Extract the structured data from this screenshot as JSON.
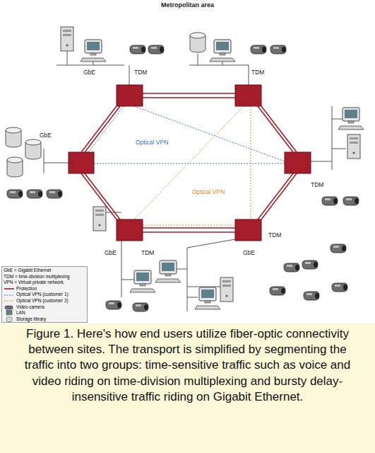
{
  "diagram": {
    "title": "Metropolitan area",
    "caption": "Figure 1. Here's how end users utilize fiber-optic connectivity between sites. The transport is simplified by segmenting the traffic into two groups: time-sensitive traffic such as voice and video riding on time-division multiplexing and bursty delay-insensitive traffic riding on Gigabit Ethernet.",
    "labels": [
      "GbE",
      "TDM",
      "TDM",
      "GbE",
      "TDM",
      "GbE",
      "TDM",
      "TDM",
      "GbE",
      "Optical VPN",
      "Optical VPN"
    ],
    "legend": [
      {
        "text": "GbE = Gigabit Ethernet"
      },
      {
        "text": "TDM = time-division multiplexing"
      },
      {
        "text": "VPN = Virtual private network"
      },
      {
        "text": "Protection"
      },
      {
        "text": "Optical VPN (customer 1)"
      },
      {
        "text": "Optical VPN (customer 2)"
      },
      {
        "text": "Video camera"
      },
      {
        "text": "LAN"
      },
      {
        "text": "Storage library"
      }
    ]
  }
}
